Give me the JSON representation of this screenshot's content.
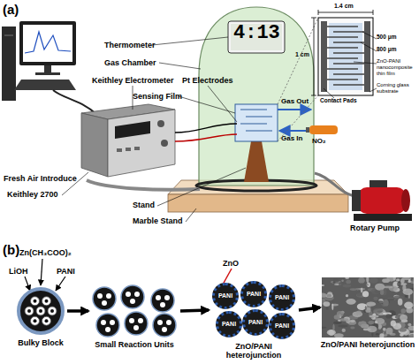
{
  "diagram": {
    "nodes": [
      {
        "text": [
          "Bulky Block"
        ]
      },
      {
        "text": [
          "Small Reaction Units"
        ]
      },
      {
        "text": [
          "ZnO/PANI heterojunction"
        ]
      },
      {
        "text": [
          "PANI"
        ],
        "in": 2
      },
      {
        "text": [
          "PANI"
        ],
        "in": 2
      },
      {
        "text": [
          "PANI"
        ],
        "in": 2
      },
      {
        "text": [
          "PANI"
        ],
        "in": 2
      },
      {
        "text": [
          "PANI"
        ],
        "in": 2
      },
      {
        "text": [
          "PANI"
        ],
        "in": 2
      },
      {
        "text": [
          "ZnO/PANI heterojunction"
        ]
      }
    ],
    "edges": [
      {
        "from": 0,
        "to": 1,
        "arrow": "to"
      },
      {
        "from": 1,
        "to": 2,
        "arrow": "to"
      },
      {
        "from": 2,
        "to": 9,
        "arrow": "to"
      }
    ],
    "labels": [
      "(a)",
      "Thermometer",
      "4:13",
      "Gas Chamber",
      "Keithley Electrometer",
      "Pt Electrodes",
      "Sensing Film",
      "1.4 cm",
      "1 cm",
      "500 μm",
      "800 μm",
      "ZnO-PANI nanocomposite thin film",
      "Contact Pads",
      "Corning glass substrate",
      "Gas Out",
      "Gas In",
      "NO₂",
      "Fresh Air Introduce",
      "Keithley 2700",
      "Stand",
      "Marble Stand",
      "Rotary Pump",
      "(b)",
      "Zn(CH₃COO)₂",
      "LiOH",
      "PANI",
      "ZnO"
    ]
  }
}
